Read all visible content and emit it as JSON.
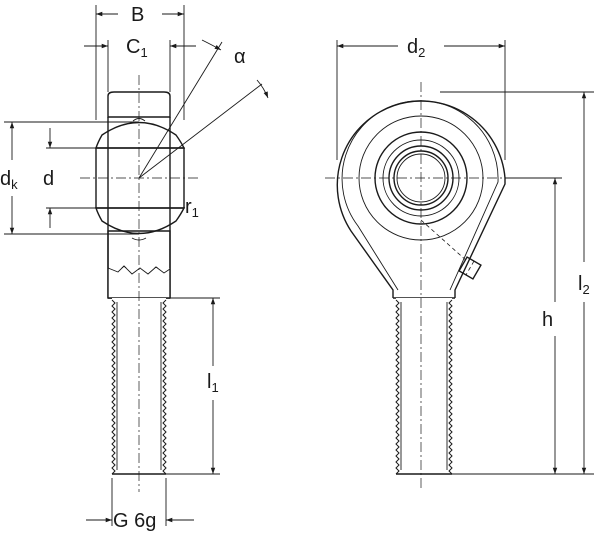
{
  "colors": {
    "line": "#1a1a1a",
    "fill_blue": "#b7c9e8",
    "background": "#ffffff"
  },
  "labels": {
    "B": "B",
    "C1_main": "C",
    "C1_sub": "1",
    "alpha": "α",
    "d2_main": "d",
    "d2_sub": "2",
    "dk_main": "d",
    "dk_sub": "k",
    "d": "d",
    "r1_main": "r",
    "r1_sub": "1",
    "l1_main": "l",
    "l1_sub": "1",
    "l2_main": "l",
    "l2_sub": "2",
    "h": "h",
    "G": "G 6g"
  }
}
